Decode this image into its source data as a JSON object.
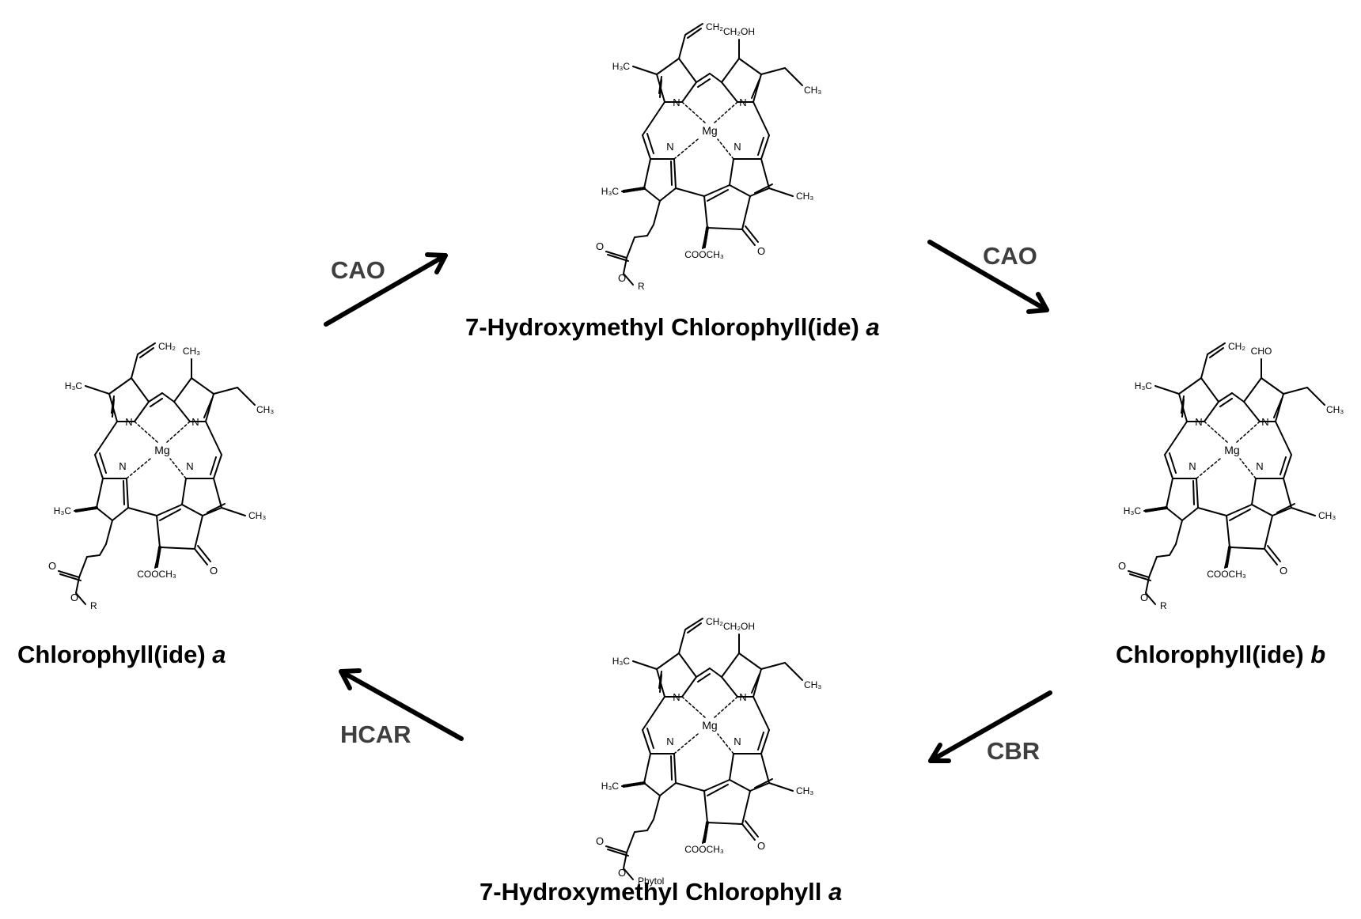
{
  "compounds": [
    {
      "id": "chlorophyllide_a",
      "name": "Chlorophyll(ide) ",
      "name_italic": "a",
      "substituents": {
        "vinyl": "CH₂",
        "r3": "CH₃",
        "ethyl": "CH₃",
        "methyl_left": "H₃C",
        "methyl_right": "CH₃",
        "methyl_bottom": "H₃C",
        "ester": "COOCH₃",
        "carbonyl_o": "O",
        "acid_o": "O",
        "ester_o": "O",
        "r_group": "R",
        "metal": "Mg",
        "n1": "N",
        "n2": "N",
        "n3": "N",
        "n4": "N"
      }
    },
    {
      "id": "hydroxymethyl_chlorophyllide_a",
      "name": "7-Hydroxymethyl Chlorophyll(ide) ",
      "name_italic": "a",
      "substituents": {
        "vinyl": "CH₂",
        "r3": "CH₂OH",
        "ethyl": "CH₃",
        "methyl_left": "H₃C",
        "methyl_right": "CH₃",
        "methyl_bottom": "H₃C",
        "ester": "COOCH₃",
        "carbonyl_o": "O",
        "acid_o": "O",
        "ester_o": "O",
        "r_group": "R",
        "metal": "Mg",
        "n1": "N",
        "n2": "N",
        "n3": "N",
        "n4": "N"
      }
    },
    {
      "id": "chlorophyllide_b",
      "name": "Chlorophyll(ide) ",
      "name_italic": "b",
      "substituents": {
        "vinyl": "CH₂",
        "r3": "CHO",
        "ethyl": "CH₃",
        "methyl_left": "H₃C",
        "methyl_right": "CH₃",
        "methyl_bottom": "H₃C",
        "ester": "COOCH₃",
        "carbonyl_o": "O",
        "acid_o": "O",
        "ester_o": "O",
        "r_group": "R",
        "metal": "Mg",
        "n1": "N",
        "n2": "N",
        "n3": "N",
        "n4": "N"
      }
    },
    {
      "id": "hydroxymethyl_chlorophyll_a",
      "name": "7-Hydroxymethyl Chlorophyll ",
      "name_italic": "a",
      "substituents": {
        "vinyl": "CH₂",
        "r3": "CH₂OH",
        "ethyl": "CH₃",
        "methyl_left": "H₃C",
        "methyl_right": "CH₃",
        "methyl_bottom": "H₃C",
        "ester": "COOCH₃",
        "carbonyl_o": "O",
        "acid_o": "O",
        "ester_o": "O",
        "r_group": "Phytol",
        "metal": "Mg",
        "n1": "N",
        "n2": "N",
        "n3": "N",
        "n4": "N"
      }
    }
  ],
  "enzymes": [
    {
      "id": "cao_1",
      "label": "CAO",
      "from": "Chlorophyll(ide) a",
      "to": "7-Hydroxymethyl Chlorophyll(ide) a"
    },
    {
      "id": "cao_2",
      "label": "CAO",
      "from": "7-Hydroxymethyl Chlorophyll(ide) a",
      "to": "Chlorophyll(ide) b"
    },
    {
      "id": "cbr",
      "label": "CBR",
      "from": "Chlorophyll(ide) b",
      "to": "7-Hydroxymethyl Chlorophyll a"
    },
    {
      "id": "hcar",
      "label": "HCAR",
      "from": "7-Hydroxymethyl Chlorophyll a",
      "to": "Chlorophyll(ide) a"
    }
  ],
  "colors": {
    "structure": "#000000",
    "enzyme_label": "#3f3f3f",
    "arrow": "#000000",
    "background": "#ffffff"
  }
}
